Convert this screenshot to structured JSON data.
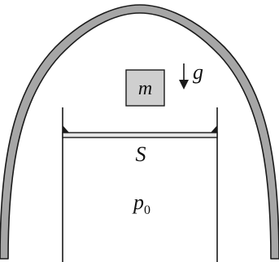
{
  "labels": {
    "mass": "m",
    "gravity": "g",
    "area": "S",
    "pressure": "p",
    "pressure_subscript": "0"
  },
  "colors": {
    "wall_fill": "#a6a6a6",
    "stroke": "#1a1a1a",
    "mass_fill": "#cfcfcf",
    "piston_fill": "#e6e6e6",
    "background": "#ffffff"
  }
}
